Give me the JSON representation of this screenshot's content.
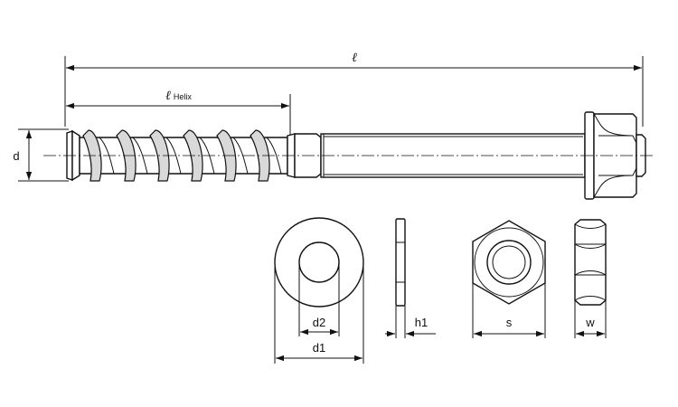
{
  "drawing": {
    "labels": {
      "total_length": "ℓ",
      "helix_length_symbol": "ℓ",
      "helix_length_sub": "Helix",
      "diameter": "d",
      "washer_inner": "d2",
      "washer_outer": "d1",
      "washer_thickness": "h1",
      "nut_across_flats": "s",
      "nut_width": "w"
    }
  }
}
